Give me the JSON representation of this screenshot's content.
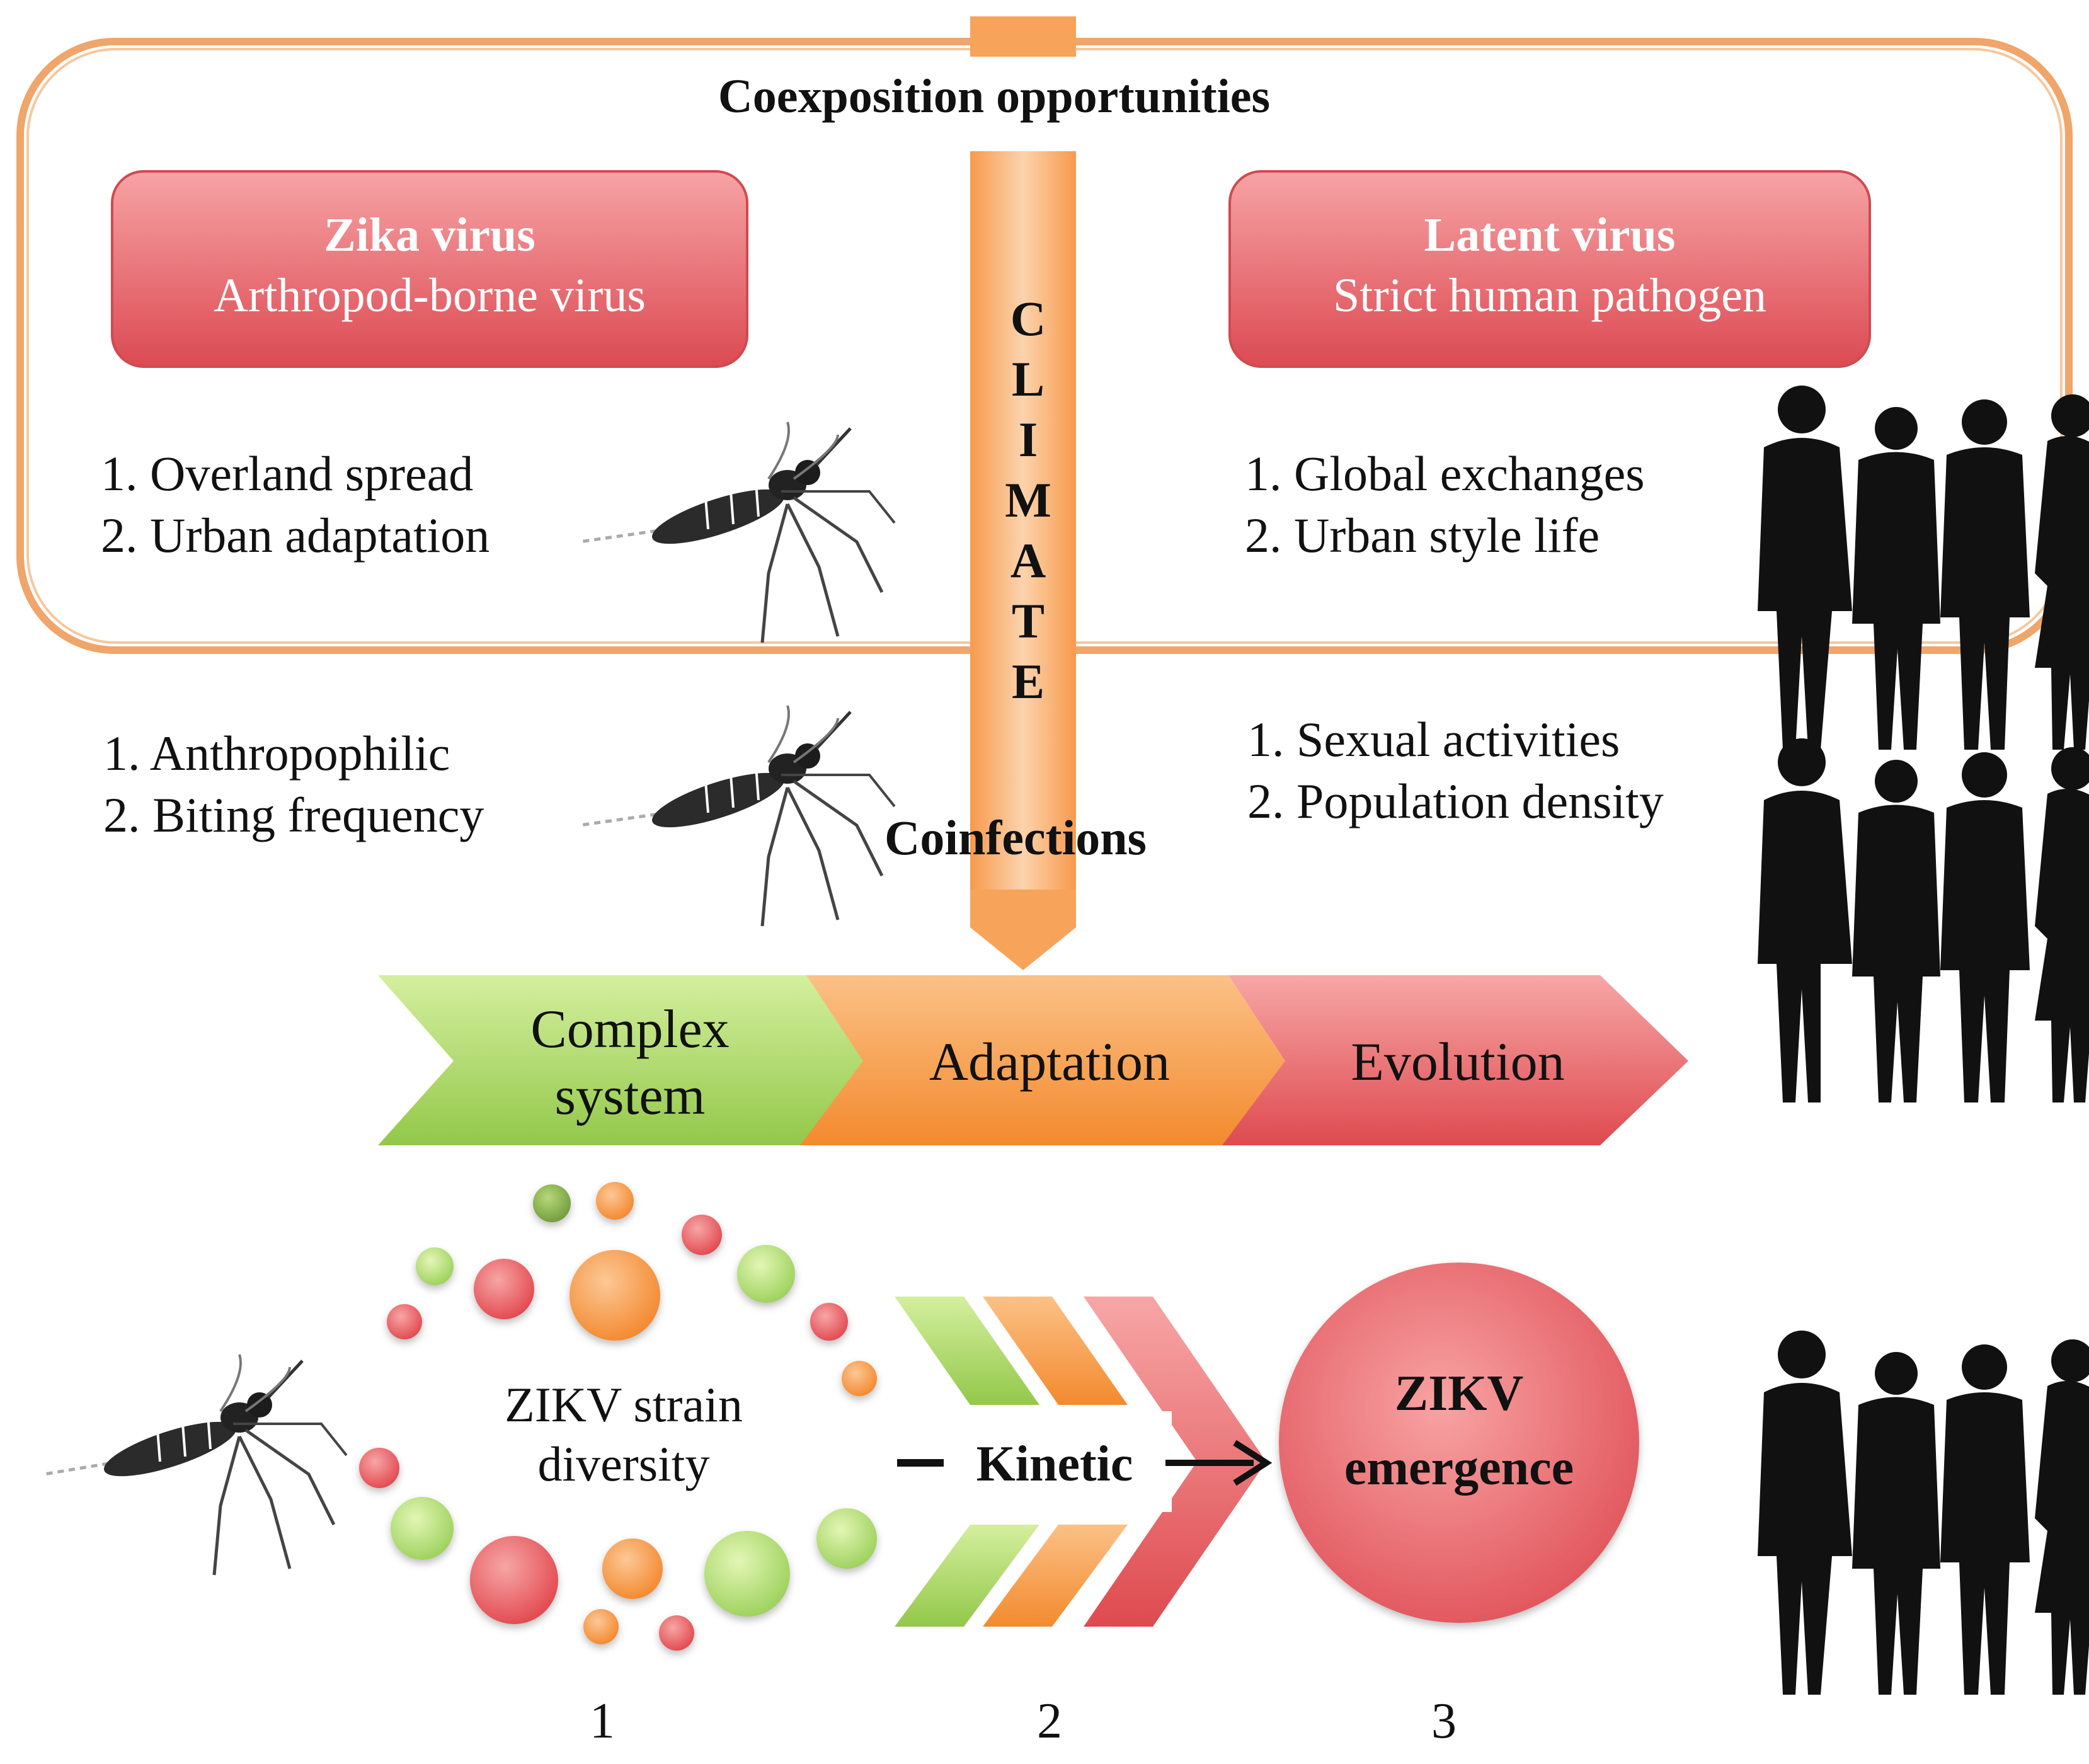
{
  "top_panel": {
    "title": "Coexposition opportunities"
  },
  "climate": {
    "letters": [
      "C",
      "L",
      "I",
      "M",
      "A",
      "T",
      "E"
    ],
    "coinfections_label": "Coinfections"
  },
  "zika_box": {
    "title": "Zika virus",
    "subtitle": "Arthropod-borne virus"
  },
  "latent_box": {
    "title": "Latent virus",
    "subtitle": "Strict human pathogen"
  },
  "left_lists": {
    "upper": [
      "Overland spread",
      "Urban adaptation"
    ],
    "lower": [
      "Anthropophilic",
      "Biting frequency"
    ]
  },
  "right_lists": {
    "upper": [
      "Global exchanges",
      "Urban style life"
    ],
    "lower": [
      "Sexual activities",
      "Population density"
    ]
  },
  "process_chevrons": {
    "complex_line1": "Complex",
    "complex_line2": "system",
    "adaptation": "Adaptation",
    "evolution": "Evolution"
  },
  "bottom": {
    "strain_line1": "ZIKV strain",
    "strain_line2": "diversity",
    "kinetic": "Kinetic",
    "emergence_line1": "ZIKV",
    "emergence_line2": "emergence",
    "step_numbers": [
      "1",
      "2",
      "3"
    ]
  },
  "colors": {
    "frame_orange": "#f0a56a",
    "climate_orange": "#f59a4e",
    "red_box": "#e4626a",
    "green": "#a9d65a",
    "orange": "#f7a04a",
    "red": "#e75e63"
  }
}
